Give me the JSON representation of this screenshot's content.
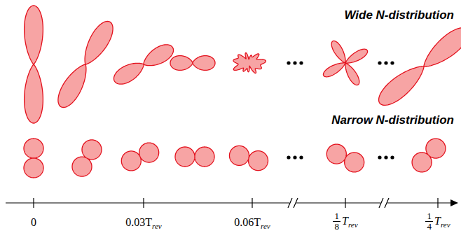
{
  "diagram": {
    "labels": [
      "Wide N-distribution",
      "Narrow N-distribution",
      "0",
      "0.03T",
      "rev",
      "0.06T",
      "rev",
      "1",
      "8",
      "T",
      "rev",
      "1",
      "4",
      "T",
      "rev"
    ]
  }
}
